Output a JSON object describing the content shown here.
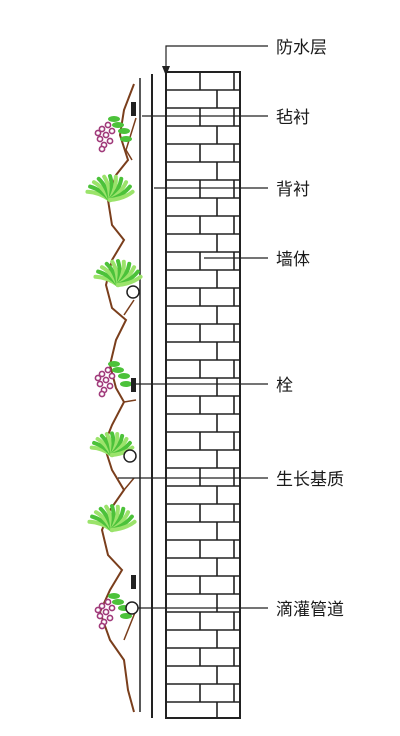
{
  "labels": {
    "waterproof_layer": "防水层",
    "felt_liner": "毡衬",
    "backing": "背衬",
    "wall": "墙体",
    "anchor": "栓",
    "growth_medium": "生长基质",
    "drip_irrigation_pipe": "滴灌管道"
  },
  "colors": {
    "brick_line": "#222222",
    "soil_outline": "#7a3e1c",
    "leaf_green": "#4cc23a",
    "leaf_light": "#9be36b",
    "flower_purple": "#a03a7a",
    "leader_line": "#222222"
  },
  "icons": {
    "plant_fern": "fern-plant-icon",
    "plant_flower": "flower-plant-icon",
    "anchor_bolt": "anchor-bolt-icon",
    "drip_emitter": "drip-emitter-icon"
  }
}
